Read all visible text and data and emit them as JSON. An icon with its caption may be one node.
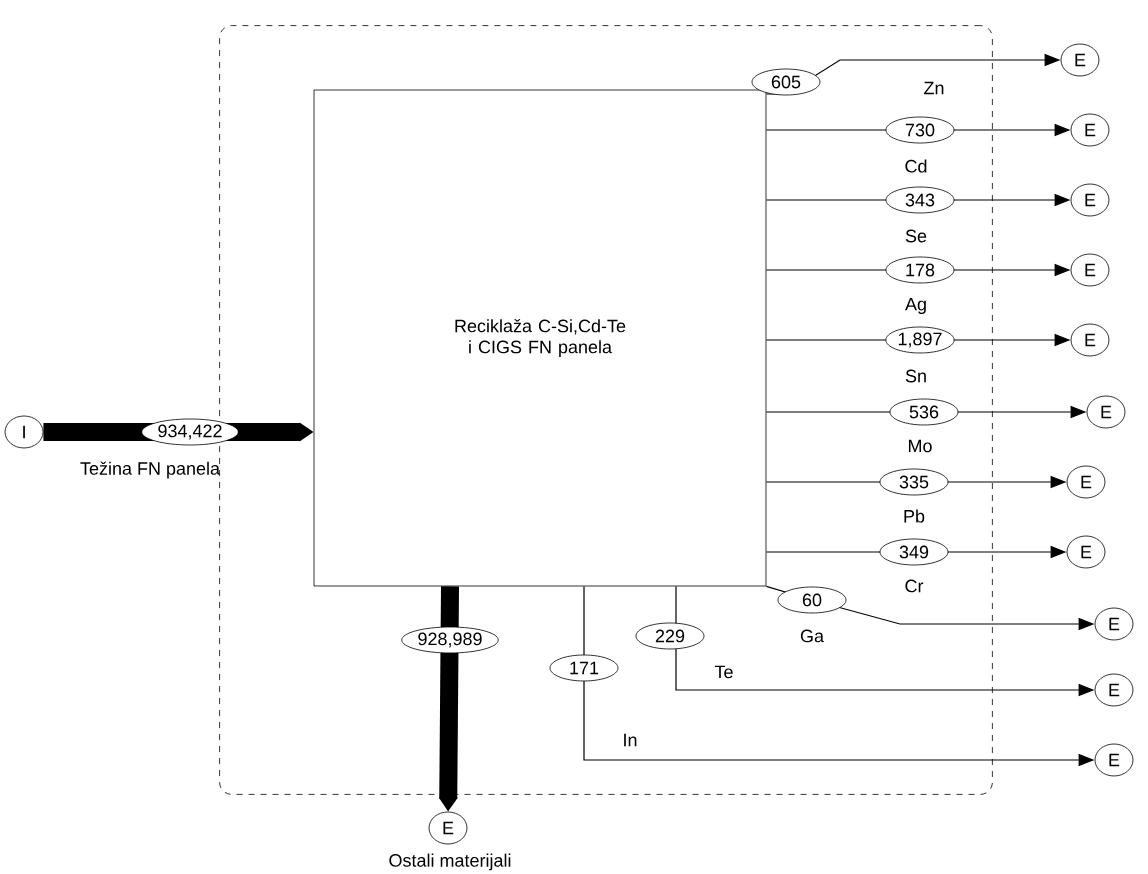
{
  "diagram": {
    "nodes": [
      {
        "text": [],
        "shape": "box"
      },
      {
        "text": [
          "Reciklaža C-Si,Cd-Te i CIGS FN panela"
        ],
        "in": 0
      },
      {
        "text": [
          "I"
        ]
      },
      {
        "text": [
          "E"
        ]
      },
      {
        "text": [
          "E"
        ]
      },
      {
        "text": [
          "E"
        ]
      },
      {
        "text": [
          "E"
        ]
      },
      {
        "text": [
          "E"
        ]
      },
      {
        "text": [
          "E"
        ]
      },
      {
        "text": [
          "E"
        ]
      },
      {
        "text": [
          "E"
        ]
      },
      {
        "text": [
          "E"
        ]
      },
      {
        "text": [
          "E"
        ]
      },
      {
        "text": [
          "E"
        ]
      },
      {
        "text": [
          "E"
        ],
        "beside": [
          "Ostali materijali"
        ]
      }
    ],
    "edges": [
      {
        "from": 2,
        "to": 1,
        "arrow": "to",
        "label": "934,422",
        "style": "thick"
      },
      {
        "from": 1,
        "to": 3,
        "arrow": "to",
        "label": "605"
      },
      {
        "from": 1,
        "to": 4,
        "arrow": "to",
        "label": "730"
      },
      {
        "from": 1,
        "to": 5,
        "arrow": "to",
        "label": "343"
      },
      {
        "from": 1,
        "to": 6,
        "arrow": "to",
        "label": "178"
      },
      {
        "from": 1,
        "to": 7,
        "arrow": "to",
        "label": "1,897"
      },
      {
        "from": 1,
        "to": 8,
        "arrow": "to",
        "label": "536"
      },
      {
        "from": 1,
        "to": 9,
        "arrow": "to",
        "label": "335"
      },
      {
        "from": 1,
        "to": 10,
        "arrow": "to",
        "label": "349"
      },
      {
        "from": 1,
        "to": 11,
        "arrow": "to",
        "label": "60"
      },
      {
        "from": 1,
        "to": 12,
        "arrow": "to",
        "label": "229"
      },
      {
        "from": 1,
        "to": 13,
        "arrow": "to",
        "label": "171"
      },
      {
        "from": 1,
        "to": 14,
        "arrow": "to",
        "label": "928,989",
        "style": "thick"
      }
    ],
    "labels": [
      "Zn",
      "Cd",
      "Se",
      "Ag",
      "Sn",
      "Mo",
      "Pb",
      "Cr",
      "Ga",
      "Te",
      "Težina FN panela",
      "In"
    ]
  }
}
